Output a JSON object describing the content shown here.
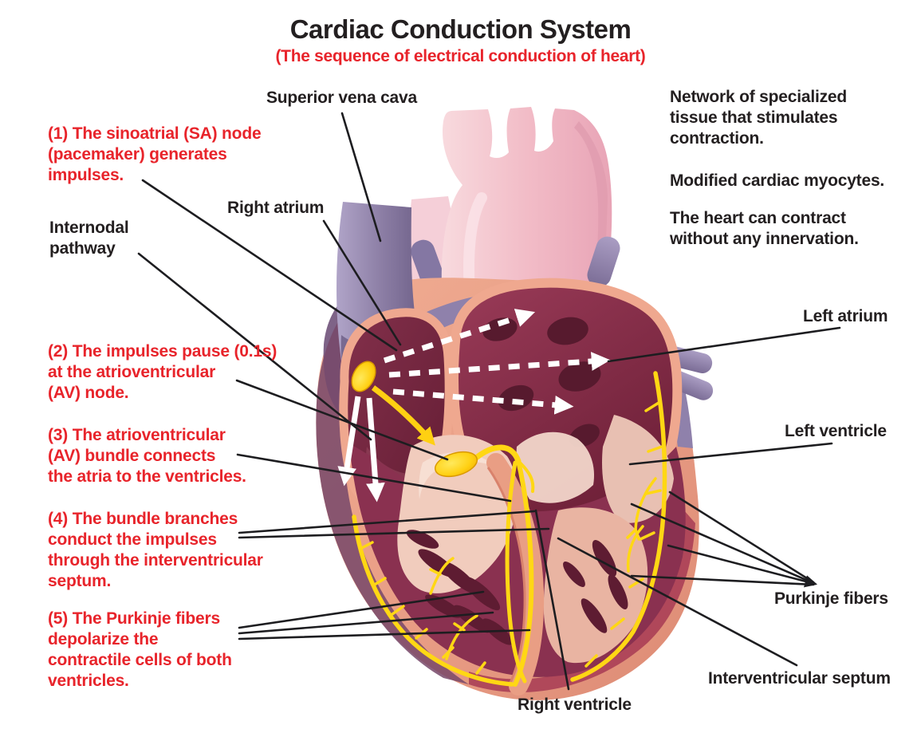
{
  "title": "Cardiac Conduction System",
  "subtitle": "(The sequence of electrical conduction of heart)",
  "steps": [
    {
      "label": "(1) The sinoatrial (SA) node\n(pacemaker) generates\nimpulses."
    },
    {
      "label": "(2) The impulses pause (0.1s)\nat the atrioventricular\n(AV) node."
    },
    {
      "label": "(3) The atrioventricular\n(AV) bundle connects\nthe atria to the ventricles."
    },
    {
      "label": "(4) The bundle branches\nconduct the impulses\nthrough the interventricular\nseptum."
    },
    {
      "label": "(5) The Purkinje fibers\ndepolarize the\ncontractile cells of both\nventricles."
    }
  ],
  "anatomy_labels": {
    "superior_vena_cava": "Superior vena cava",
    "right_atrium": "Right atrium",
    "internodal_pathway": "Internodal\npathway",
    "left_atrium": "Left atrium",
    "left_ventricle": "Left ventricle",
    "purkinje_fibers": "Purkinje fibers",
    "interventricular_septum": "Interventricular septum",
    "right_ventricle": "Right ventricle"
  },
  "notes": [
    "Network of specialized\ntissue that stimulates\ncontraction.",
    "Modified cardiac myocytes.",
    "The heart can contract\nwithout any innervation."
  ],
  "colors": {
    "title_text": "#231f20",
    "step_text": "#e8242b",
    "label_text": "#231f20",
    "leader_line": "#1d1d20",
    "myocardium_salmon": "#e79b83",
    "chamber_red": "#7e2a44",
    "aorta_pink": "#f2bcc7",
    "vessel_purple": "#9183ad",
    "conduction_yellow": "#ffd012",
    "impulse_arrow_white": "#ffffff"
  }
}
